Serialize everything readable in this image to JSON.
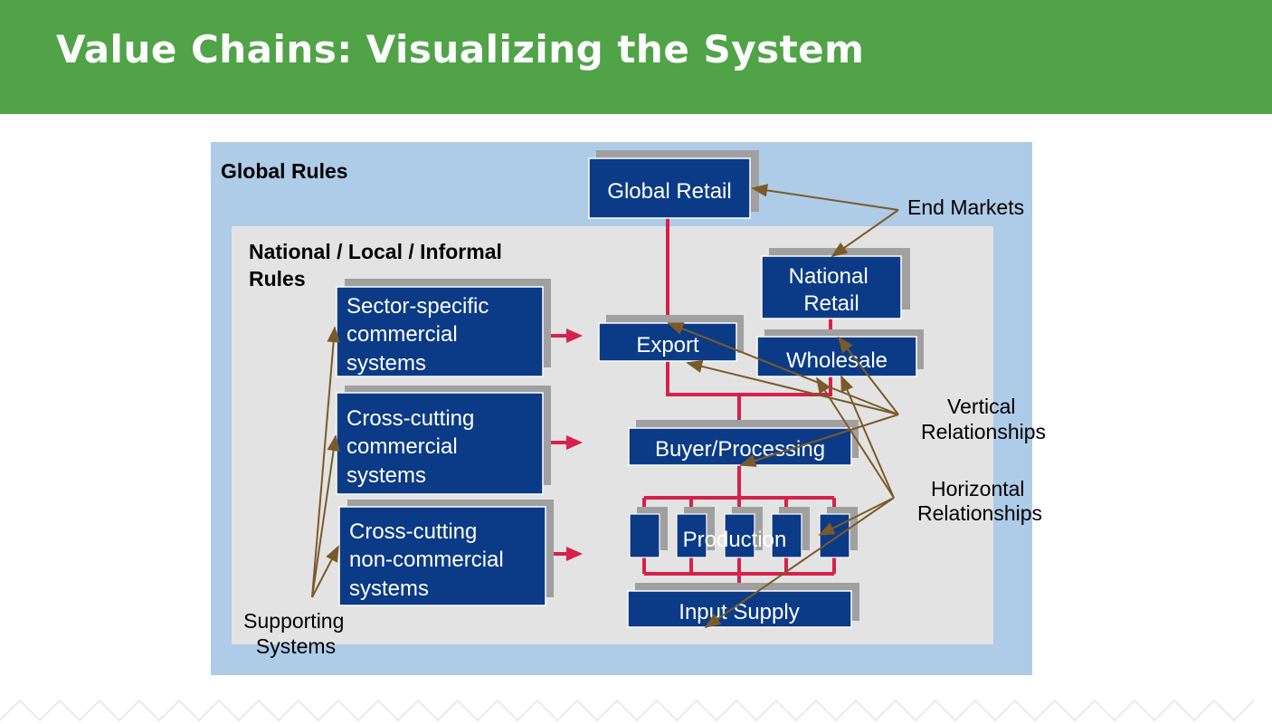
{
  "header": {
    "title": "Value Chains: Visualizing the System"
  },
  "diagram": {
    "global_rules": "Global Rules",
    "national_rules": [
      "National / Local / Informal",
      "Rules"
    ],
    "boxes": {
      "global_retail": [
        "Global Retail"
      ],
      "national_retail": [
        "National",
        "Retail"
      ],
      "export": [
        "Export"
      ],
      "wholesale": [
        "Wholesale"
      ],
      "buyer_processing": [
        "Buyer/Processing"
      ],
      "production": [
        "Production"
      ],
      "input_supply": [
        "Input Supply"
      ],
      "sector_specific": [
        "Sector-specific",
        "commercial",
        "systems"
      ],
      "cross_cutting_commercial": [
        "Cross-cutting",
        "commercial",
        "systems"
      ],
      "cross_cutting_noncommercial": [
        "Cross-cutting",
        "non-commercial",
        "systems"
      ]
    },
    "annotations": {
      "end_markets": [
        "End Markets"
      ],
      "vertical": [
        "Vertical",
        "Relationships"
      ],
      "horizontal": [
        "Horizontal",
        "Relationships"
      ],
      "supporting": [
        "Supporting",
        "Systems"
      ]
    },
    "colors": {
      "outer_bg": "#aecbe8",
      "inner_bg": "#e3e3e3",
      "box_fill": "#0b3b86",
      "shadow": "#a0a0a0",
      "connector": "#d6214a",
      "annotation_arrow": "#7a5a2a"
    }
  }
}
